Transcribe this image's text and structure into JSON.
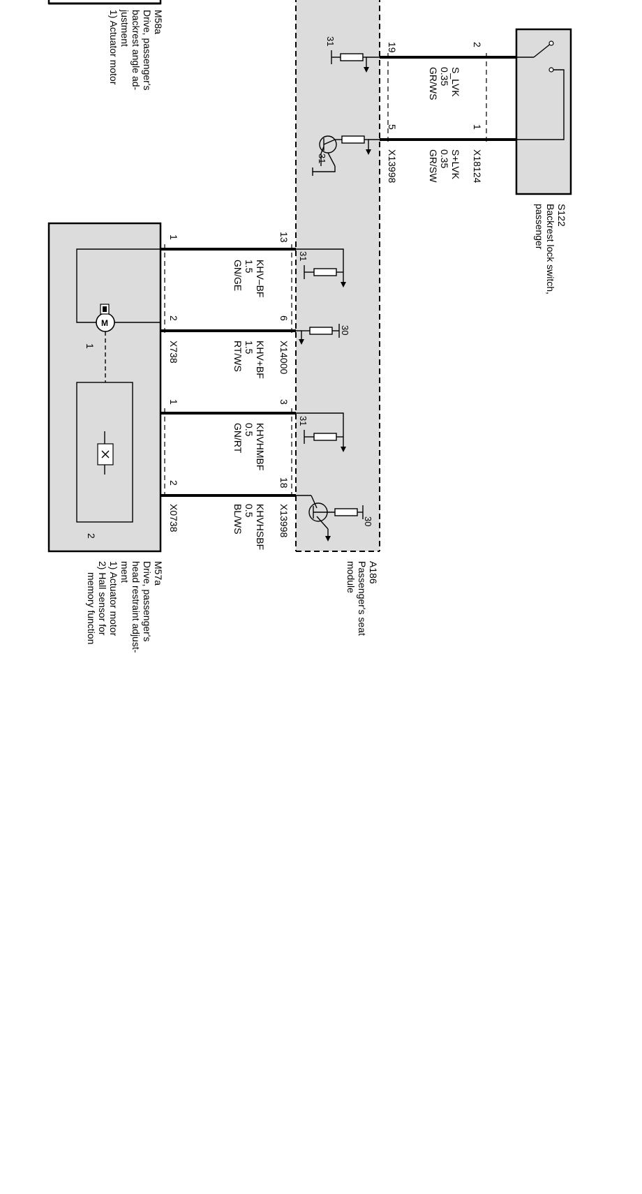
{
  "components": {
    "m58a": {
      "code": "M58a",
      "lines": [
        "Drive, passenger's",
        "backrest angle ad-",
        "justment",
        "1) Actuator motor"
      ]
    },
    "s122": {
      "code": "S122",
      "lines": [
        "Backrest lock switch,",
        "passenger"
      ]
    },
    "a186": {
      "code": "A186",
      "lines": [
        "Passenger's seat",
        "module"
      ]
    },
    "m57a": {
      "code": "M57a",
      "lines": [
        "Drive, passenger's",
        "head restraint adjust-",
        "ment",
        "1) Actuator motor",
        "2) Hall sensor for",
        "memory function"
      ],
      "callouts": [
        "1",
        "2"
      ]
    }
  },
  "connectors": {
    "x13998_top": "X13998",
    "x18124": "X18124",
    "x14000": "X14000",
    "x738": "X738",
    "x13998_bottom": "X13998",
    "x0738": "X0738"
  },
  "wires": [
    {
      "signal": "S_LVK",
      "gauge": "0.35",
      "color": "GR/WS",
      "pin_module": "19",
      "pin_device": "2"
    },
    {
      "signal": "S+LVK",
      "gauge": "0.35",
      "color": "GR/SW",
      "pin_module": "5",
      "pin_device": "1"
    },
    {
      "signal": "KHV–BF",
      "gauge": "1.5",
      "color": "GN/GE",
      "pin_module": "13",
      "pin_device": "1"
    },
    {
      "signal": "KHV+BF",
      "gauge": "1.5",
      "color": "RT/WS",
      "pin_module": "6",
      "pin_device": "2"
    },
    {
      "signal": "KHVHMBF",
      "gauge": "0.5",
      "color": "GN/RT",
      "pin_module": "3",
      "pin_device": "1"
    },
    {
      "signal": "KHVHSBF",
      "gauge": "0.5",
      "color": "BL/WS",
      "pin_module": "18",
      "pin_device": "2"
    }
  ],
  "terminals": {
    "t1": "31",
    "t2": "31",
    "t3": "31",
    "t4": "30",
    "t5": "31",
    "t6": "30"
  }
}
